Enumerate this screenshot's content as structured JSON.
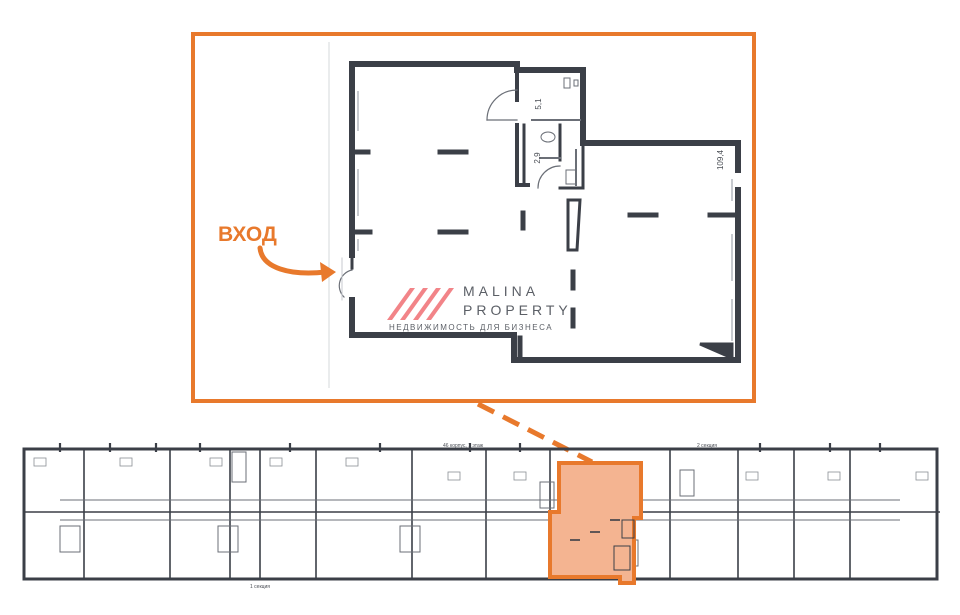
{
  "entrance_label": "ВХОД",
  "brand": {
    "name_line1": "MALINA",
    "name_line2": "PROPERTY",
    "tagline": "НЕДВИЖИМОСТЬ ДЛЯ БИЗНЕСА",
    "logo_color": "#f1777b"
  },
  "room_areas": {
    "wc1": "5,1",
    "wc2": "2,9",
    "main_hall": "109,4"
  },
  "overview": {
    "building_label": "46 корпус, 1 этаж",
    "section_right": "2 секция",
    "section_left": "1 секция"
  },
  "colors": {
    "accent": "#e8792c",
    "highlight_fill": "#f4b491",
    "wall": "#3b3f47",
    "wall_light": "#6b6f77"
  }
}
